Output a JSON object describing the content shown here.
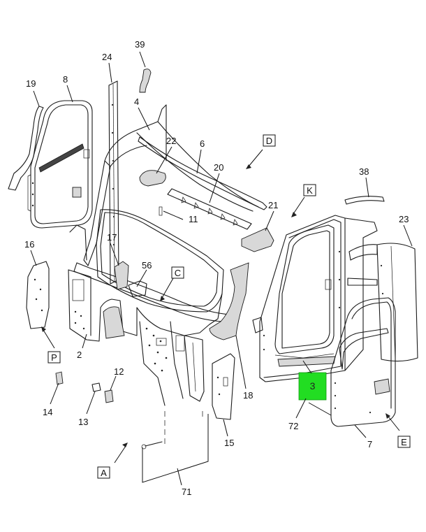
{
  "callouts": [
    {
      "id": "c39",
      "label": "39"
    },
    {
      "id": "c24",
      "label": "24"
    },
    {
      "id": "c19",
      "label": "19"
    },
    {
      "id": "c8",
      "label": "8"
    },
    {
      "id": "c4",
      "label": "4"
    },
    {
      "id": "c22",
      "label": "22"
    },
    {
      "id": "c6",
      "label": "6"
    },
    {
      "id": "c20",
      "label": "20"
    },
    {
      "id": "c38",
      "label": "38"
    },
    {
      "id": "c21",
      "label": "21"
    },
    {
      "id": "c11",
      "label": "11"
    },
    {
      "id": "c23",
      "label": "23"
    },
    {
      "id": "c16",
      "label": "16"
    },
    {
      "id": "c17",
      "label": "17"
    },
    {
      "id": "c56",
      "label": "56"
    },
    {
      "id": "c2",
      "label": "2"
    },
    {
      "id": "c18",
      "label": "18"
    },
    {
      "id": "c12",
      "label": "12"
    },
    {
      "id": "c14",
      "label": "14"
    },
    {
      "id": "c13",
      "label": "13"
    },
    {
      "id": "c72",
      "label": "72"
    },
    {
      "id": "c7",
      "label": "7"
    },
    {
      "id": "c15",
      "label": "15"
    },
    {
      "id": "c71",
      "label": "71"
    }
  ],
  "view_labels": [
    {
      "id": "vD",
      "label": "D"
    },
    {
      "id": "vK",
      "label": "K"
    },
    {
      "id": "vC",
      "label": "C"
    },
    {
      "id": "vP",
      "label": "P"
    },
    {
      "id": "vE",
      "label": "E"
    },
    {
      "id": "vA",
      "label": "A"
    }
  ],
  "highlight": {
    "label": "3",
    "color": "#22dd22"
  },
  "colors": {
    "line": "#1a1a1a",
    "highlight": "#22dd22",
    "background": "#ffffff"
  }
}
